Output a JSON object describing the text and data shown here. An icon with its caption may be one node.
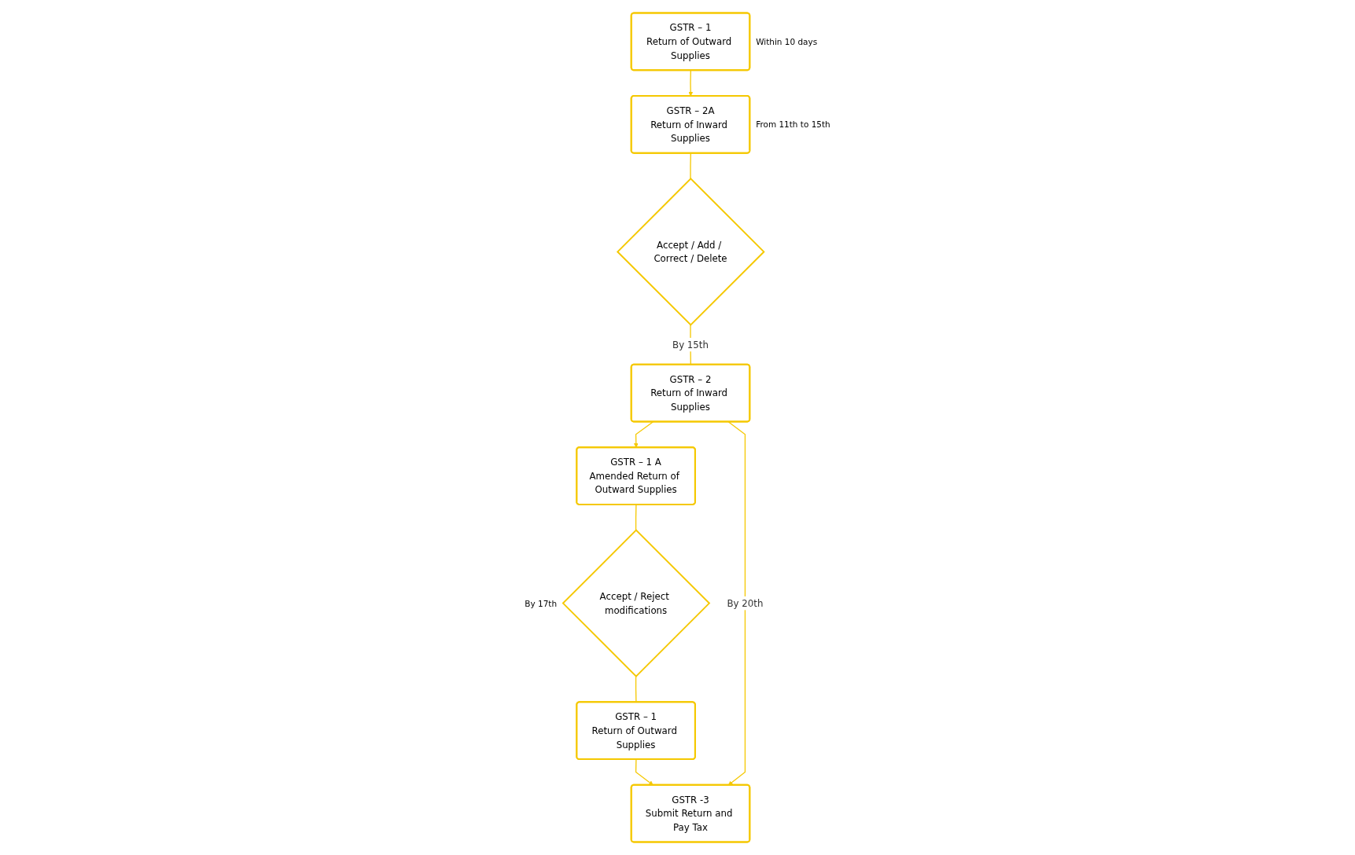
{
  "diagram": {
    "nodes": [
      {
        "text": [
          "GSTR – 1",
          "Return of Outward Supplies"
        ],
        "beside": [
          "Within 10 days"
        ]
      },
      {
        "text": [
          "GSTR – 2A",
          "Return of Inward Supplies"
        ],
        "beside": [
          "From 11th to 15th"
        ]
      },
      {
        "text": [
          "Accept / Add / Correct / Delete"
        ]
      },
      {
        "text": [
          "GSTR – 2",
          "Return of Inward Supplies"
        ]
      },
      {
        "text": [
          "GSTR – 1 A",
          "Amended Return of Outward Supplies"
        ]
      },
      {
        "text": [
          "Accept / Reject modifications"
        ],
        "beside": [
          "By 17th"
        ]
      },
      {
        "text": [
          "GSTR – 1",
          "Return of Outward Supplies"
        ]
      },
      {
        "text": [
          "GSTR -3",
          "Submit Return and Pay Tax"
        ]
      }
    ],
    "edges": [
      {
        "from": 0,
        "to": 1,
        "arrow": "to"
      },
      {
        "from": 1,
        "to": 2,
        "arrow": "none"
      },
      {
        "from": 2,
        "to": 3,
        "arrow": "none",
        "label": "By 15th"
      },
      {
        "from": 3,
        "to": 4,
        "arrow": "to"
      },
      {
        "from": 4,
        "to": 5,
        "arrow": "none"
      },
      {
        "from": 5,
        "to": 6,
        "arrow": "none"
      },
      {
        "from": 6,
        "to": 7,
        "arrow": "to"
      },
      {
        "from": 3,
        "to": 7,
        "arrow": "to",
        "label": "By 20th"
      }
    ]
  }
}
